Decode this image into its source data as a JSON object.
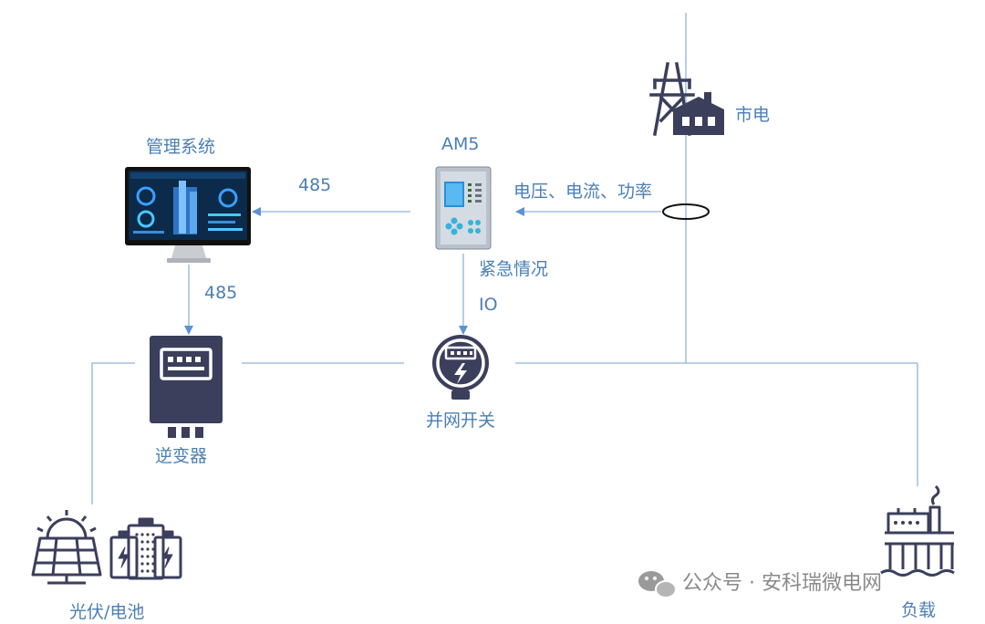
{
  "labels": {
    "grid": "市电",
    "management_system": "管理系统",
    "am5": "AM5",
    "link_485_top": "485",
    "measurements": "电压、电流、功率",
    "link_485_left": "485",
    "emergency": "紧急情况",
    "io": "IO",
    "inverter": "逆变器",
    "grid_switch": "并网开关",
    "pv_battery": "光伏/电池",
    "load": "负载"
  },
  "watermark": {
    "text": "公众号 · 安科瑞微电网",
    "icon": "wechat-icon"
  },
  "colors": {
    "line": "#8fb4dc",
    "arrow": "#5b93cf",
    "label": "#4a7fb5",
    "icon_fill": "#3b3f5c",
    "watermark": "#8a8a8a"
  }
}
